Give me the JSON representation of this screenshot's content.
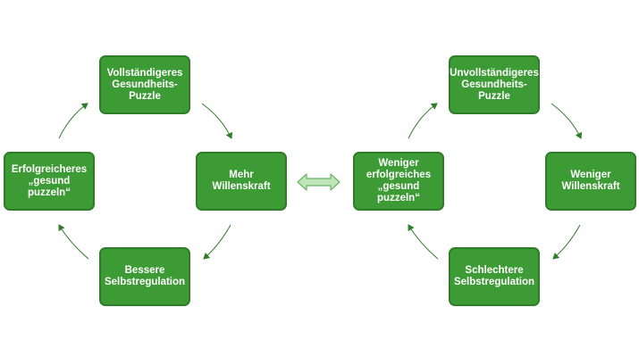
{
  "colors": {
    "node_fill": "#3d9b35",
    "node_border": "#2f7d28",
    "arrow": "#2f7d28",
    "double_arrow_fill": "#bfe5b8",
    "double_arrow_stroke": "#6bb563"
  },
  "left_cycle": {
    "top": "Vollständigeres\nGesundheits-\nPuzzle",
    "right": "Mehr\nWillenskraft",
    "bottom": "Bessere\nSelbstregulation",
    "left": "Erfolgreicheres\n„gesund\npuzzeln“"
  },
  "right_cycle": {
    "top": "Unvollständigeres\nGesundheits-\nPuzzle",
    "right": "Weniger\nWillenskraft",
    "bottom": "Schlechtere\nSelbstregulation",
    "left": "Weniger\nerfolgreiches\n„gesund puzzeln“"
  },
  "connector": {
    "icon": "double-arrow-icon"
  }
}
